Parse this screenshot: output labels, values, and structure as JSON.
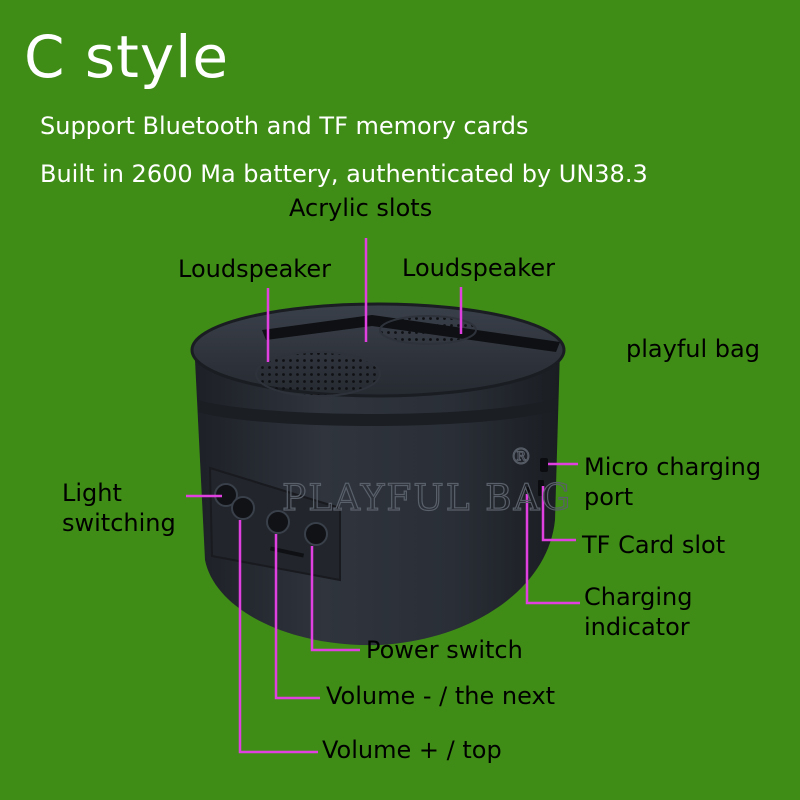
{
  "title": "C style",
  "features": [
    "Support Bluetooth and TF memory cards",
    "Built in 2600 Ma battery, authenticated by UN38.3"
  ],
  "labels": {
    "acrylic_slots": "Acrylic slots",
    "loudspeaker_left": "Loudspeaker",
    "loudspeaker_right": "Loudspeaker",
    "brand": "playful bag",
    "light_switching": "Light\nswitching",
    "micro_charging_port": "Micro charging\nport",
    "tf_card_slot": "TF Card slot",
    "charging_indicator": "Charging\nindicator",
    "power_switch": "Power switch",
    "volume_minus": "Volume - / the next",
    "volume_plus": "Volume + / top"
  },
  "watermark": "PLAYFUL BAG",
  "watermark_mark": "®",
  "colors": {
    "background": "#3f8d16",
    "leader_line": "#e040e0",
    "device_body": "#2b3038"
  }
}
